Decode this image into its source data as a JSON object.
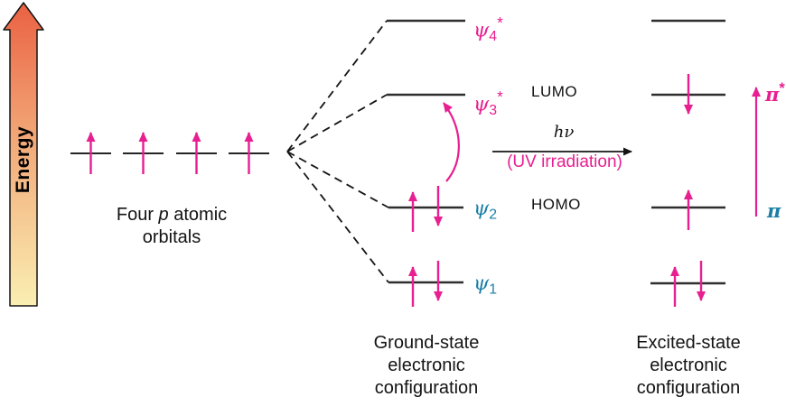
{
  "colors": {
    "magenta": "#e71f90",
    "teal": "#1b7ea6",
    "level_line": "#2e2e2e",
    "energy_gradient_top": "#eb6847",
    "energy_gradient_bottom": "#faefb2"
  },
  "energy_axis": {
    "label": "Energy"
  },
  "atomic_orbitals": {
    "count": 4,
    "electrons_per_orbital": [
      "up"
    ],
    "label_pre": "Four ",
    "label_italic": "p",
    "label_post": " atomic",
    "label_line2": "orbitals"
  },
  "ground_state": {
    "levels": [
      {
        "symbol": "ψ",
        "sub": "1",
        "sup": "",
        "electrons": [
          "up",
          "down"
        ]
      },
      {
        "symbol": "ψ",
        "sub": "2",
        "sup": "",
        "electrons": [
          "up",
          "down"
        ],
        "tag": "HOMO"
      },
      {
        "symbol": "ψ",
        "sub": "3",
        "sup": "*",
        "electrons": [],
        "tag": "LUMO"
      },
      {
        "symbol": "ψ",
        "sub": "4",
        "sup": "*",
        "electrons": []
      }
    ],
    "homo_label": "HOMO",
    "lumo_label": "LUMO",
    "caption_line1": "Ground-state",
    "caption_line2": "electronic",
    "caption_line3": "configuration"
  },
  "transition": {
    "h": "h",
    "nu": "ν",
    "uv_label": "(UV irradiation)"
  },
  "excited_state": {
    "levels": [
      {
        "electrons": [
          "up",
          "down"
        ]
      },
      {
        "electrons": [
          "up"
        ],
        "label": "π"
      },
      {
        "electrons": [
          "down"
        ],
        "label": "π*"
      },
      {
        "electrons": []
      }
    ],
    "pi_star_symbol": "π",
    "pi_star_sup": "*",
    "pi_symbol": "π",
    "caption_line1": "Excited-state",
    "caption_line2": "electronic",
    "caption_line3": "configuration"
  }
}
